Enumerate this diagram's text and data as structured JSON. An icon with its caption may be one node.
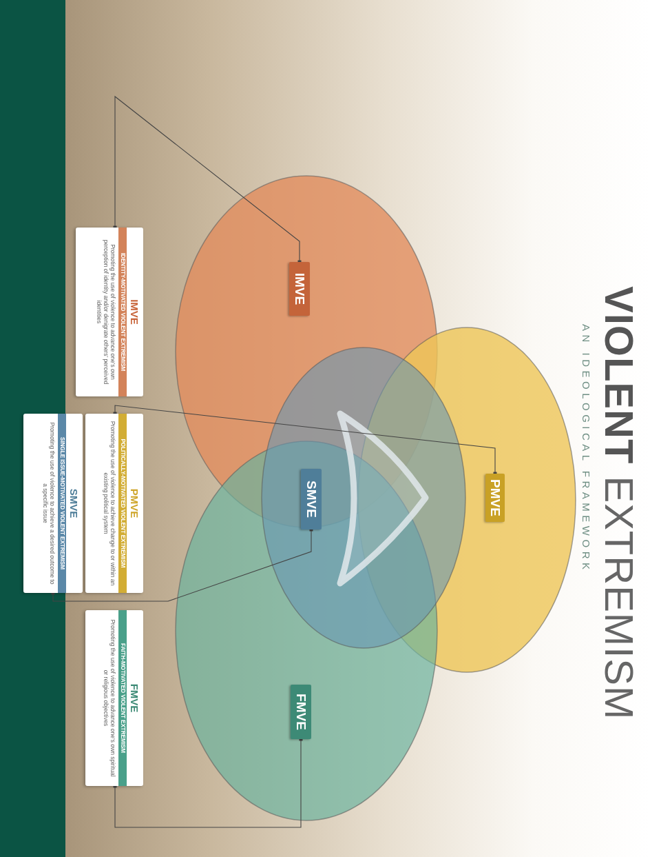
{
  "diagram": {
    "title": "**VIOLENT** EXTREMISM",
    "nodes": [
      {
        "text": [
          "IMVE"
        ]
      },
      {
        "text": [
          "PMVE"
        ]
      },
      {
        "text": [
          "SMVE"
        ]
      },
      {
        "text": [
          "FMVE"
        ]
      },
      {
        "text": [
          "IMVE",
          "IDENTITY-MOTIVATED VIOLENT EXTREMISM",
          "Promoting the use of violence to advance one’s own perception of identity and/or denigrate others’ perceived identities"
        ]
      },
      {
        "text": [
          "PMVE",
          "POLITICALLY-MOTIVATED VIOLENT EXTREMISM",
          "Promoting the use of violence to achieve change to or within an existing political system"
        ]
      },
      {
        "text": [
          "SMVE",
          "SINGLE ISSUE-MOTIVATED VIOLENT EXTREMISM",
          "Promoting the use of violence to achieve a desired outcome to a specific issue"
        ]
      },
      {
        "text": [
          "FMVE",
          "FAITH-MOTIVATED VIOLENT EXTREMISM",
          "Promoting the use of violence to advance one’s own spiritual or religious objectives"
        ]
      }
    ],
    "edges": [
      {
        "from": 0,
        "to": 4,
        "arrow": "other"
      },
      {
        "from": 1,
        "to": 5,
        "arrow": "other"
      },
      {
        "from": 2,
        "to": 6,
        "arrow": "other"
      },
      {
        "from": 3,
        "to": 7,
        "arrow": "other"
      }
    ],
    "labels": [
      "AN IDEOLOGICAL FRAMEWORK"
    ]
  }
}
